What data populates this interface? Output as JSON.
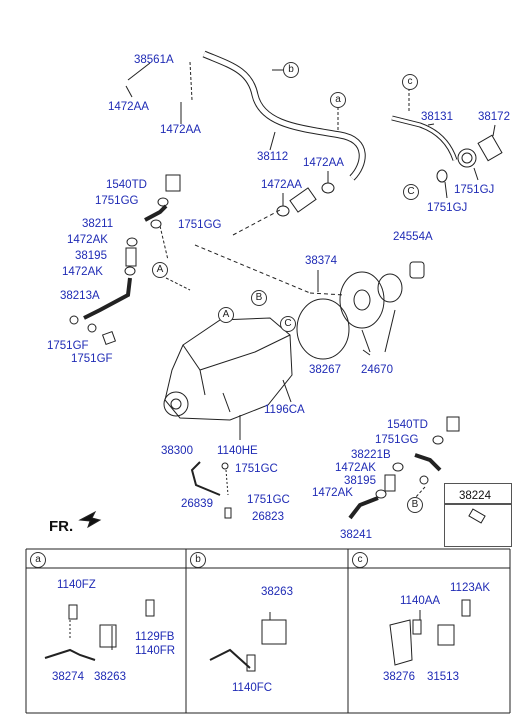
{
  "labels": {
    "p38561A": "38561A",
    "p1472AA_1": "1472AA",
    "p1472AA_2": "1472AA",
    "p38112": "38112",
    "p1472AA_3": "1472AA",
    "p1472AA_4": "1472AA",
    "p38131": "38131",
    "p38172": "38172",
    "p1751GJ_1": "1751GJ",
    "p1751GJ_2": "1751GJ",
    "p1540TD_1": "1540TD",
    "p1751GG_1": "1751GG",
    "p38211": "38211",
    "p1751GG_2": "1751GG",
    "p1472AK_1": "1472AK",
    "p38195_1": "38195",
    "p1472AK_2": "1472AK",
    "p38213A": "38213A",
    "p1751GF_1": "1751GF",
    "p1751GF_2": "1751GF",
    "p24554A": "24554A",
    "p38374": "38374",
    "p38267": "38267",
    "p24670": "24670",
    "p1196CA": "1196CA",
    "p38300": "38300",
    "p1140HE": "1140HE",
    "p1751GC_1": "1751GC",
    "p26839": "26839",
    "p1751GC_2": "1751GC",
    "p26823": "26823",
    "p1540TD_2": "1540TD",
    "p1751GG_3": "1751GG",
    "p38221B": "38221B",
    "p1472AK_3": "1472AK",
    "p38195_2": "38195",
    "p1472AK_4": "1472AK",
    "p38241": "38241",
    "p38224": "38224",
    "p1140FZ": "1140FZ",
    "p1129FB": "1129FB",
    "p1140FR": "1140FR",
    "p38274": "38274",
    "p38263_a": "38263",
    "p38263_b": "38263",
    "p1140FC": "1140FC",
    "p1140AA": "1140AA",
    "p1123AK": "1123AK",
    "p38276": "38276",
    "p31513": "31513"
  },
  "callouts": {
    "a_top": "a",
    "b_top": "b",
    "c_top": "c",
    "A_left": "A",
    "B_right": "B",
    "C_right": "C",
    "A_block": "A",
    "B_block": "B",
    "C_block": "C"
  },
  "front_marker": "FR.",
  "panels": {
    "a": "a",
    "b": "b",
    "c": "c"
  }
}
